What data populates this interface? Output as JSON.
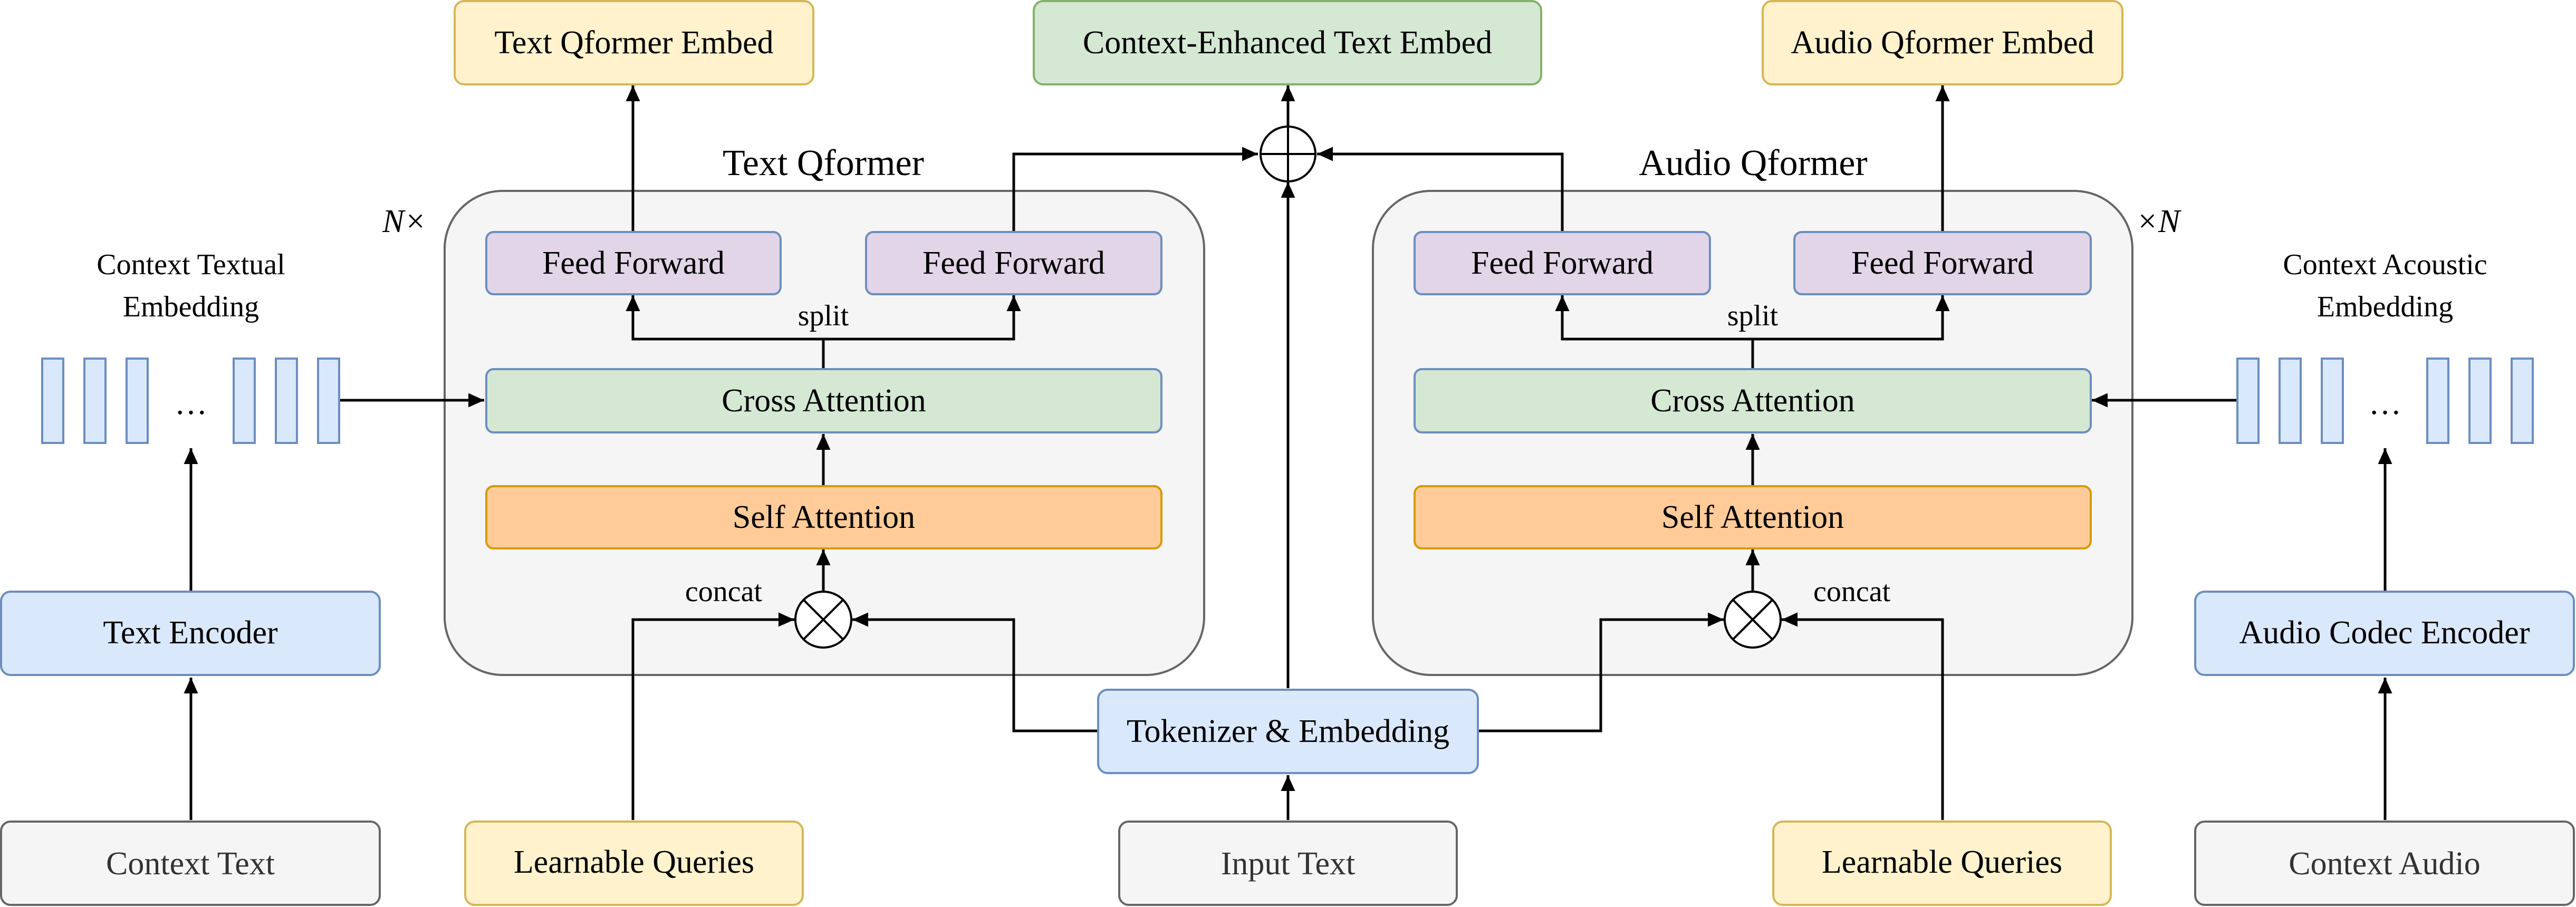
{
  "colors": {
    "blue_fill": "#dae8fc",
    "blue_stroke": "#6c8ebf",
    "yellow_fill": "#fff2cc",
    "yellow_stroke": "#d6b656",
    "green_fill": "#d5e8d4",
    "green_stroke": "#82b366",
    "purple_fill": "#e1d5e7",
    "purple_stroke": "#9673a6",
    "orange_fill": "#ffcc99",
    "orange_stroke": "#d79b00",
    "gray_fill": "#f5f5f5",
    "gray_stroke": "#666666",
    "block_fill": "#f5f5f5",
    "block_stroke": "#666666"
  },
  "text_qformer": {
    "title": "Text Qformer",
    "repeat": "N×",
    "feed_forward_left": "Feed Forward",
    "feed_forward_right": "Feed Forward",
    "split": "split",
    "cross_attention": "Cross Attention",
    "self_attention": "Self Attention",
    "concat": "concat",
    "output": "Text Qformer Embed"
  },
  "audio_qformer": {
    "title": "Audio Qformer",
    "repeat": "×N",
    "feed_forward_left": "Feed Forward",
    "feed_forward_right": "Feed Forward",
    "split": "split",
    "cross_attention": "Cross Attention",
    "self_attention": "Self Attention",
    "concat": "concat",
    "output": "Audio Qformer Embed"
  },
  "center": {
    "output": "Context-Enhanced Text Embed",
    "tokenizer": "Tokenizer & Embedding",
    "input": "Input Text"
  },
  "left": {
    "embedding_label_line1": "Context Textual",
    "embedding_label_line2": "Embedding",
    "ellipsis": "…",
    "encoder": "Text Encoder",
    "input": "Context Text",
    "queries": "Learnable Queries"
  },
  "right": {
    "embedding_label_line1": "Context Acoustic",
    "embedding_label_line2": "Embedding",
    "ellipsis": "…",
    "encoder": "Audio Codec Encoder",
    "input": "Context Audio",
    "queries": "Learnable Queries"
  }
}
